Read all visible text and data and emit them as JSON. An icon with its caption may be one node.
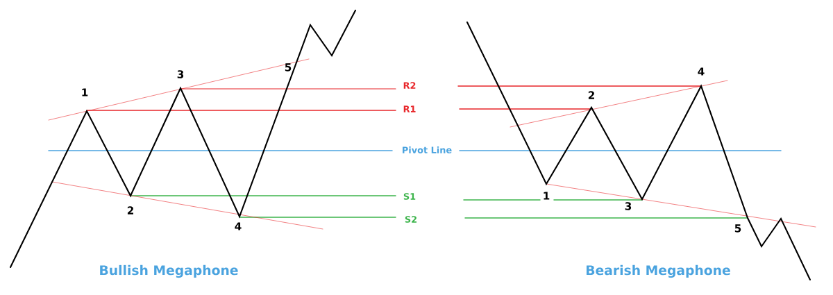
{
  "diagram": {
    "labels": [
      "5",
      "4",
      "3",
      "R2",
      "1",
      "2",
      "R1",
      "Pivot Line",
      "1",
      "S1",
      "3",
      "2",
      "S2",
      "4",
      "5",
      "Bullish Megaphone",
      "Bearish Megaphone"
    ]
  }
}
